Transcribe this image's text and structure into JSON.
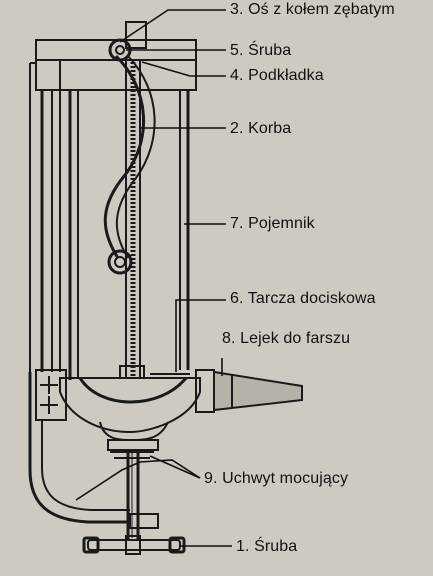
{
  "labels": {
    "l3": "3. Oś z kołem zębatym",
    "l5": "5. Śruba",
    "l4": "4. Podkładka",
    "l2": "2. Korba",
    "l7": "7. Pojemnik",
    "l6": "6. Tarcza dociskowa",
    "l8": "8. Lejek do farszu",
    "l9": "9. Uchwyt mocujący",
    "l1": "1. Śruba"
  },
  "colors": {
    "background": "#cfcac1",
    "ink": "#1a1a1a"
  }
}
